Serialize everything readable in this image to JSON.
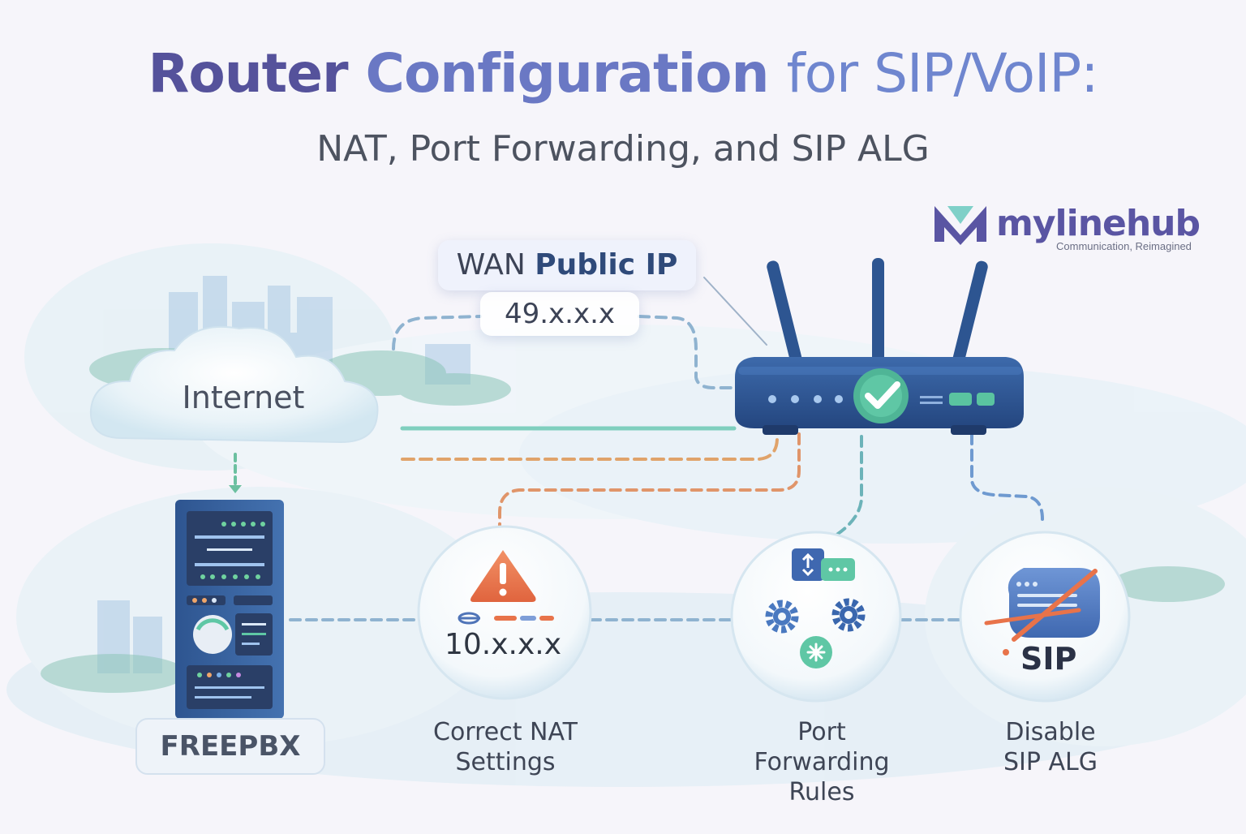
{
  "title": {
    "part1": "Router",
    "part2": "Configuration",
    "part3": "for SIP/VoIP:"
  },
  "subtitle": "NAT, Port Forwarding, and SIP ALG",
  "brand": {
    "name": "mylinehub",
    "tagline": "Communication, Reimagined",
    "colors": {
      "primary": "#5a55a3",
      "accent": "#7fd0c8"
    }
  },
  "wan": {
    "label_prefix": "WAN",
    "label_bold": "Public IP",
    "ip": "49.x.x.x"
  },
  "internet": {
    "label": "Internet"
  },
  "server": {
    "label": "FREEPBX"
  },
  "nat": {
    "ip": "10.x.x.x",
    "caption": [
      "Correct NAT",
      "Settings"
    ]
  },
  "port_forwarding": {
    "caption": [
      "Port",
      "Forwarding",
      "Rules"
    ]
  },
  "sip_alg": {
    "badge": "SIP",
    "caption": [
      "Disable",
      "SIP ALG"
    ]
  },
  "colors": {
    "router": "#2f5592",
    "check": "#4fb596",
    "warning": "#e8734a",
    "connector": "#8fb3d0",
    "connector_orange": "#e0956a",
    "connector_green": "#6cc0a0",
    "cloud": "#e3f0f7"
  }
}
